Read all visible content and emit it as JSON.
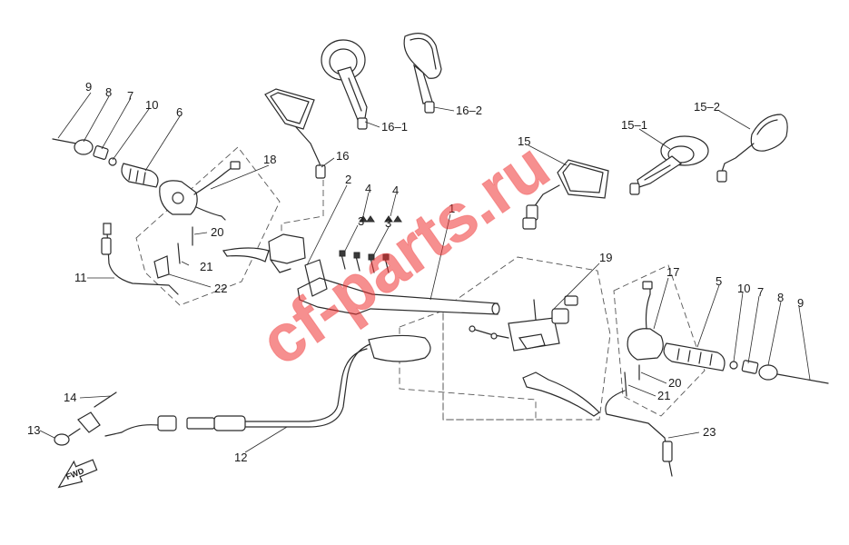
{
  "watermark": "cf-parts.ru",
  "direction_arrow": {
    "label": "FWD"
  },
  "callouts": [
    {
      "id": "c-9-left",
      "text": "9"
    },
    {
      "id": "c-8-left",
      "text": "8"
    },
    {
      "id": "c-7-left",
      "text": "7"
    },
    {
      "id": "c-10-left",
      "text": "10"
    },
    {
      "id": "c-6",
      "text": "6"
    },
    {
      "id": "c-18",
      "text": "18"
    },
    {
      "id": "c-20-left",
      "text": "20"
    },
    {
      "id": "c-21-left",
      "text": "21"
    },
    {
      "id": "c-22",
      "text": "22"
    },
    {
      "id": "c-11",
      "text": "11"
    },
    {
      "id": "c-16",
      "text": "16"
    },
    {
      "id": "c-16-1",
      "text": "16–1"
    },
    {
      "id": "c-16-2",
      "text": "16–2"
    },
    {
      "id": "c-2",
      "text": "2"
    },
    {
      "id": "c-4a",
      "text": "4"
    },
    {
      "id": "c-4b",
      "text": "4"
    },
    {
      "id": "c-3a",
      "text": "3"
    },
    {
      "id": "c-3b",
      "text": "3"
    },
    {
      "id": "c-1",
      "text": "1"
    },
    {
      "id": "c-15",
      "text": "15"
    },
    {
      "id": "c-15-1",
      "text": "15–1"
    },
    {
      "id": "c-15-2",
      "text": "15–2"
    },
    {
      "id": "c-19",
      "text": "19"
    },
    {
      "id": "c-17",
      "text": "17"
    },
    {
      "id": "c-5",
      "text": "5"
    },
    {
      "id": "c-10-right",
      "text": "10"
    },
    {
      "id": "c-7-right",
      "text": "7"
    },
    {
      "id": "c-8-right",
      "text": "8"
    },
    {
      "id": "c-9-right",
      "text": "9"
    },
    {
      "id": "c-20-right",
      "text": "20"
    },
    {
      "id": "c-21-right",
      "text": "21"
    },
    {
      "id": "c-23",
      "text": "23"
    },
    {
      "id": "c-12",
      "text": "12"
    },
    {
      "id": "c-14",
      "text": "14"
    },
    {
      "id": "c-13",
      "text": "13"
    }
  ]
}
